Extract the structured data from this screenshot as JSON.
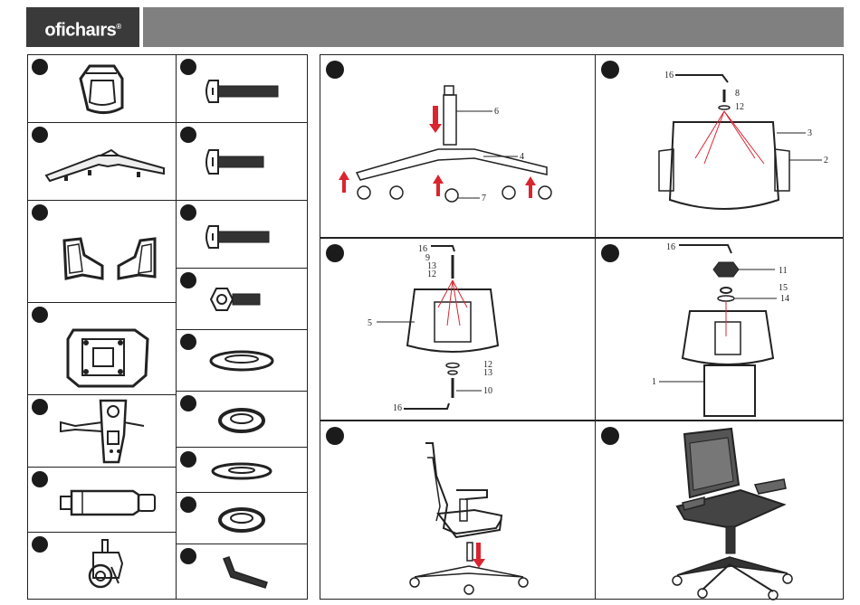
{
  "brand": {
    "name": "ofichaırs",
    "mark": "®"
  },
  "step1": {
    "labels": [
      "6",
      "4",
      "7"
    ]
  },
  "step2": {
    "labels": [
      "16",
      "8",
      "12",
      "3",
      "2"
    ]
  },
  "step3": {
    "labels": [
      "16",
      "9",
      "13",
      "12",
      "5",
      "12",
      "13",
      "10",
      "16"
    ]
  },
  "step4": {
    "labels": [
      "16",
      "11",
      "15",
      "14",
      "1"
    ]
  },
  "colors": {
    "accent": "#d9252f",
    "banner": "#808080",
    "logo_bg": "#3a3a3a"
  }
}
